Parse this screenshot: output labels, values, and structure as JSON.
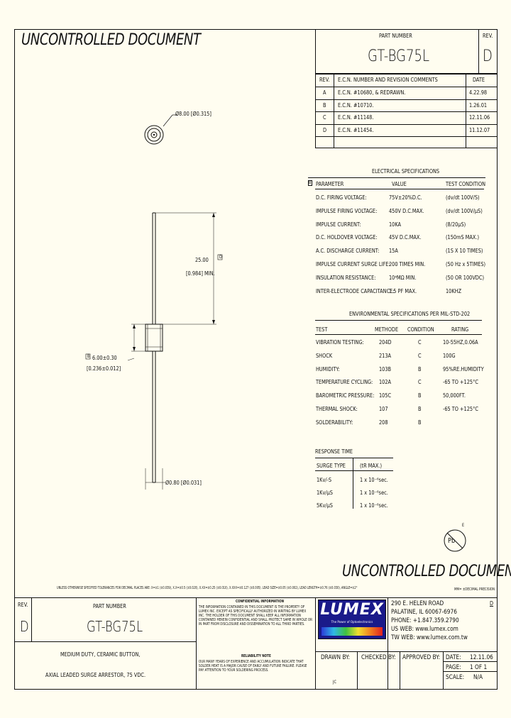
{
  "watermark": "UNCONTROLLED DOCUMENT",
  "header": {
    "part_number_label": "PART NUMBER",
    "part_number": "GT-BG75L",
    "rev_label": "REV.",
    "rev": "D"
  },
  "revisions": {
    "headers": [
      "REV.",
      "E.C.N. NUMBER AND REVISION COMMENTS",
      "DATE"
    ],
    "rows": [
      {
        "rev": "A",
        "comment": "E.C.N. #10680, & REDRAWN.",
        "date": "4.22.98"
      },
      {
        "rev": "B",
        "comment": "E.C.N. #10710.",
        "date": "1.26.01"
      },
      {
        "rev": "C",
        "comment": "E.C.N. #11148.",
        "date": "12.11.06"
      },
      {
        "rev": "D",
        "comment": "E.C.N. #11454.",
        "date": "11.12.07"
      }
    ]
  },
  "drawing": {
    "diameter_label": "Ø8.00 [Ø0.315]",
    "lead_length": "25.00",
    "lead_length_in": "[0.984] MIN.",
    "body_len": "6.00±0.30",
    "body_len_in": "[0.236±0.012]",
    "lead_dia": "Ø0.80 [Ø0.031]",
    "rev_marker_b": "B",
    "rev_marker_d": "D"
  },
  "electrical": {
    "title": "ELECTRICAL SPECIFICATIONS",
    "marker": "B",
    "headers": [
      "PARAMETER",
      "VALUE",
      "TEST CONDITION"
    ],
    "rows": [
      {
        "p": "D.C. FIRING VOLTAGE:",
        "v": "75V±20%D.C.",
        "c": "(dv/dt 100V/S)"
      },
      {
        "p": "IMPULSE FIRING VOLTAGE:",
        "v": "450V D.C.MAX.",
        "c": "(dv/dt 100V/µS)"
      },
      {
        "p": "IMPULSE CURRENT:",
        "v": "10KA",
        "c": "(8/20µS)"
      },
      {
        "p": "D.C. HOLDOVER VOLTAGE:",
        "v": "45V D.C.MAX.",
        "c": "(150mS MAX.)"
      },
      {
        "p": "A.C. DISCHARGE CURRENT:",
        "v": "15A",
        "c": "(1S X 10 TIMES)"
      },
      {
        "p": "IMPULSE CURRENT SURGE LIFE:",
        "v": "200 TIMES MIN.",
        "c": "(50 Hz x 5TIMES)"
      },
      {
        "p": "INSULATION RESISTANCE:",
        "v": "10⁴MΩ MIN.",
        "c": "(50 OR 100VDC)"
      },
      {
        "p": "INTER-ELECTRODE CAPACITANCE:",
        "v": "1.5 PF MAX.",
        "c": "10KHZ"
      }
    ]
  },
  "environmental": {
    "title": "ENVIRONMENTAL SPECIFICATIONS PER MIL-STD-202",
    "headers": [
      "TEST",
      "METHODE",
      "CONDITION",
      "RATING"
    ],
    "rows": [
      {
        "t": "VIBRATION TESTING:",
        "m": "204D",
        "c": "C",
        "r": "10-55HZ,0.06A"
      },
      {
        "t": "SHOCK",
        "m": "213A",
        "c": "C",
        "r": "100G"
      },
      {
        "t": "HUMIDITY:",
        "m": "103B",
        "c": "B",
        "r": "95%RE.HUMIDITY"
      },
      {
        "t": "TEMPERATURE CYCLING:",
        "m": "102A",
        "c": "C",
        "r": "-65 TO +125°C"
      },
      {
        "t": "BAROMETRIC PRESSURE:",
        "m": "105C",
        "c": "B",
        "r": "50,000FT."
      },
      {
        "t": "THERMAL SHOCK:",
        "m": "107",
        "c": "B",
        "r": "-65 TO +125°C"
      },
      {
        "t": "SOLDERABILITY:",
        "m": "208",
        "c": "B",
        "r": ""
      }
    ]
  },
  "response": {
    "title": "RESPONSE TIME",
    "headers": [
      "SURGE TYPE",
      "(tR MAX.)"
    ],
    "rows": [
      {
        "s": "1Kv/-S",
        "t": "1 x 10⁻⁶sec."
      },
      {
        "s": "1Kv/µS",
        "t": "1 x 10⁻⁶sec."
      },
      {
        "s": "5Kv/µS",
        "t": "1 x 10⁻⁶sec."
      }
    ]
  },
  "ce_mark": "E",
  "pb_mark": "Pb",
  "tolerance_note": "UNLESS OTHERWISE SPECIFIED TOLERANCES FOR DECIMAL PLACES ARE: X=±1 (±0.039), X.X=±0.5 (±0.020), X.XX=±0.25 (±0.010), X.XXX=±0.127 (±0.005). LEAD SIZE=±0.05 (±0.002), LEAD LENGTH=±0.76 (±0.030), ANGLE=±2°",
  "tolerance_note2": "MM= ±DECIMAL PRECISION",
  "title_block": {
    "rev_label": "REV.",
    "rev": "D",
    "part_number_label": "PART NUMBER",
    "part_number": "GT-BG75L",
    "desc1": "MEDIUM DUTY, CERAMIC BUTTON,",
    "desc2": "AXIAL LEADED SURGE ARRESTOR, 75 VDC.",
    "conf_title": "CONFIDENTIAL INFORMATION",
    "conf_text": "THE INFORMATION CONTAINED IN THIS DOCUMENT IS THE PROPERTY OF LUMEX INC. EXCEPT AS SPECIFICALLY AUTHORIZED IN WRITING BY LUMEX INC. THE HOLDER OF THIS DOCUMENT SHALL KEEP ALL INFORMATION CONTAINED HEREIN CONFIDENTIAL AND SHALL PROTECT SAME IN WHOLE OR IN PART FROM DISCLOSURE AND DISSEMINATION TO ALL THIRD PARTIES.",
    "rel_title": "RELIABILITY NOTE",
    "rel_text": "OUR MANY YEARS OF EXPERIENCE AND ACCUMULATION INDICATE THAT SOLDER HEAT IS A MAJOR CAUSE OF EARLY AND FUTURE FAILURE. PLEASE PAY ATTENTION TO YOUR SOLDERING PROCESS.",
    "logo": "LUMEX",
    "logo_tag": "The Power of Optoelectronics",
    "addr1": "290 E. HELEN ROAD",
    "addr2": "PALATINE, IL 60067-6976",
    "phone": "PHONE: +1.847.359.2790",
    "us_web": "US WEB: www.lumex.com",
    "tw_web": "TW WEB: www.lumex.com.tw",
    "rev_mark": "D",
    "drawn_label": "DRAWN BY:",
    "drawn_value": "JC",
    "checked_label": "CHECKED BY:",
    "approved_label": "APPROVED BY:",
    "date_label": "DATE:",
    "date_value": "12.11.06",
    "page_label": "PAGE:",
    "page_value": "1 OF 1",
    "scale_label": "SCALE:",
    "scale_value": "N/A"
  }
}
